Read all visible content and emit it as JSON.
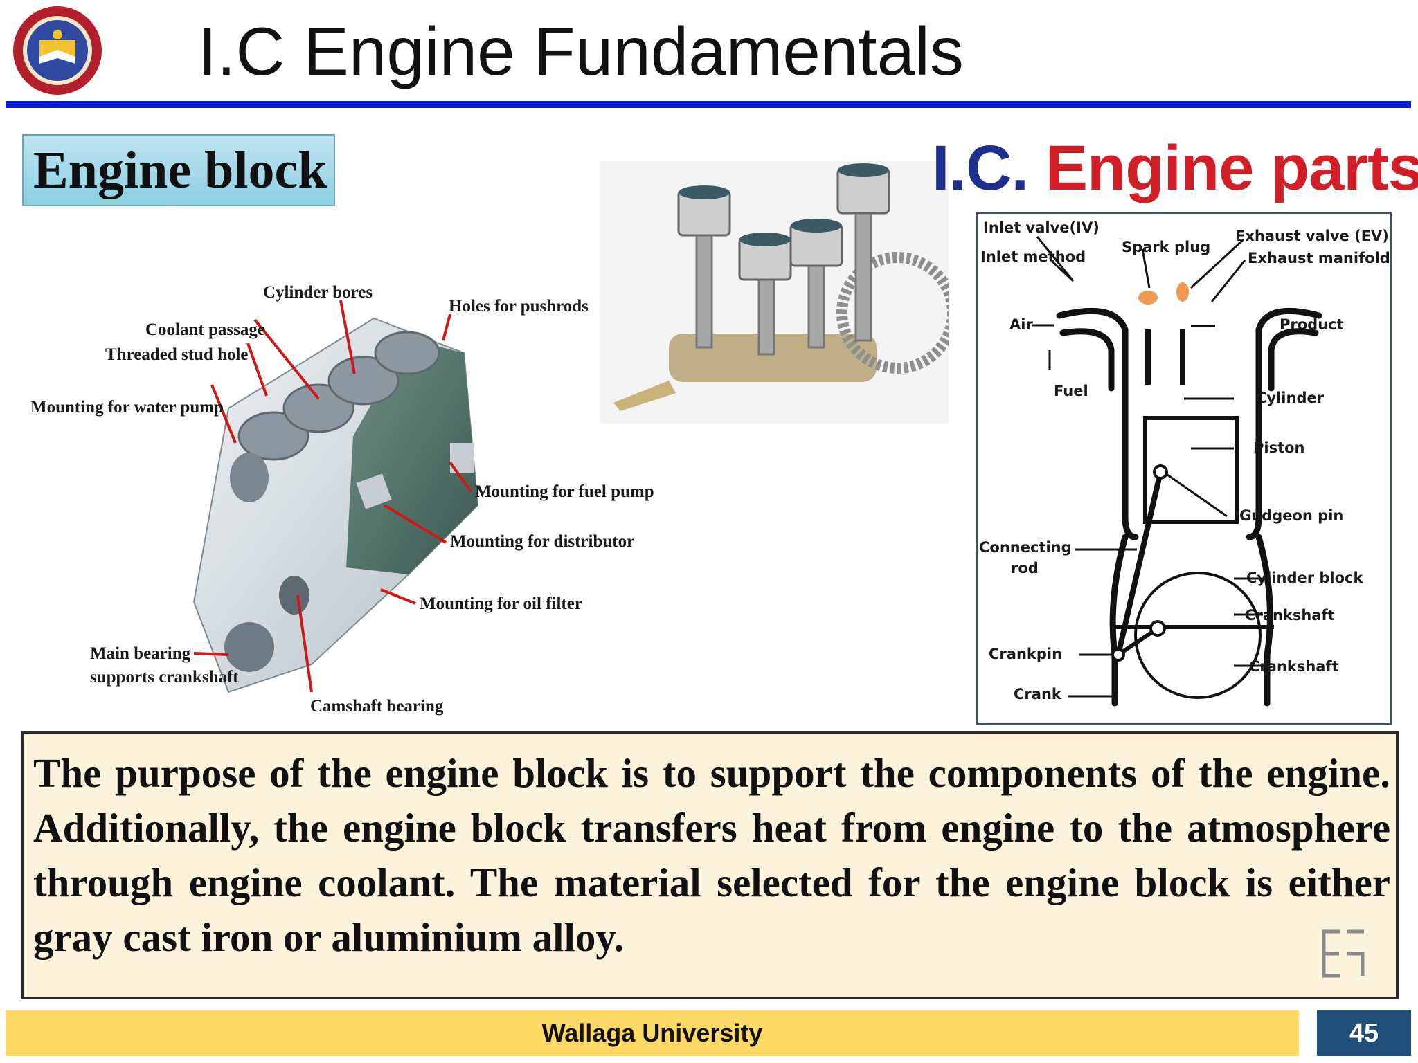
{
  "slide": {
    "title": "I.C Engine Fundamentals",
    "page_number": "45"
  },
  "footer": {
    "institution": "Wallaga University"
  },
  "engine_block": {
    "title": "Engine block",
    "labels": {
      "cylinder_bores": "Cylinder bores",
      "holes_pushrods": "Holes for pushrods",
      "coolant_passage": "Coolant passage",
      "threaded_stud_hole": "Threaded stud hole",
      "mounting_water_pump": "Mounting for water pump",
      "mounting_fuel_pump": "Mounting for fuel pump",
      "mounting_distributor": "Mounting for distributor",
      "mounting_oil_filter": "Mounting for oil filter",
      "main_bearing_1": "Main bearing",
      "main_bearing_2": "supports crankshaft",
      "camshaft_bearing": "Camshaft bearing"
    }
  },
  "parts_diagram": {
    "title_part1": "I.C. ",
    "title_part2": "Engine parts",
    "labels": {
      "inlet_valve": "Inlet valve(IV)",
      "inlet_method": "Inlet method",
      "spark_plug": "Spark plug",
      "exhaust_valve": "Exhaust valve (EV)",
      "exhaust_manifold": "Exhaust manifold",
      "air": "Air",
      "product": "Product",
      "fuel": "Fuel",
      "cylinder": "Cylinder",
      "piston": "Piston",
      "gudgeon_pin": "Gudgeon pin",
      "connecting_rod_1": "Connecting",
      "connecting_rod_2": "rod",
      "cylinder_block": "Cylinder block",
      "crankshaft_1": "Crankshaft",
      "crankshaft_2": "Crankshaft",
      "crankpin": "Crankpin",
      "crank": "Crank"
    }
  },
  "description": "The purpose of the engine block is to support the components of the engine. Additionally, the engine block transfers heat from engine to the atmosphere through engine coolant. The material selected for the engine block is either gray cast iron or aluminium alloy.",
  "colors": {
    "rule_blue": "#0b1fd6",
    "title_blue": "#1d2f8f",
    "title_red": "#d21f27",
    "footer_yellow": "#ffd966",
    "page_box_navy": "#1f4e79",
    "panel_cream": "#fdf2dc"
  }
}
